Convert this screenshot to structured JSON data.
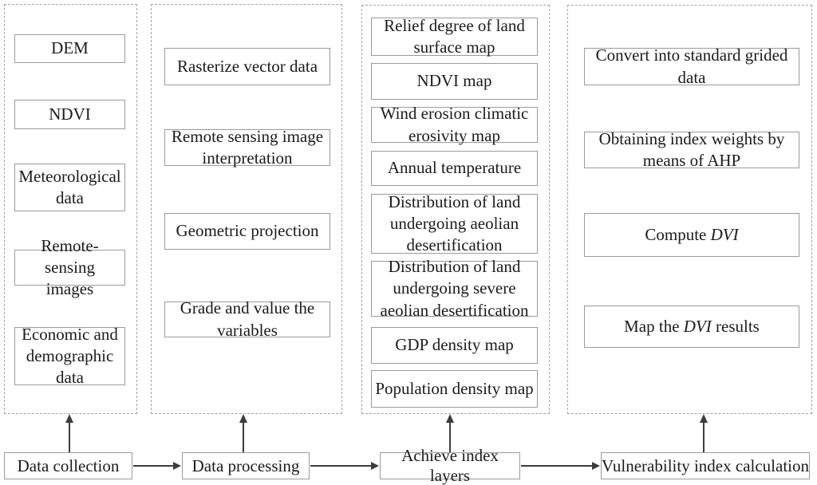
{
  "diagram_type": "flowchart",
  "groups": [
    {
      "id": "data-collection",
      "boxes": [
        "DEM",
        "NDVI",
        "Meteorological\ndata",
        "Remote-sensing\nimages",
        "Economic and\ndemographic\ndata"
      ]
    },
    {
      "id": "data-processing",
      "boxes": [
        "Rasterize vector data",
        "Remote sensing image\ninterpretation",
        "Geometric projection",
        "Grade and value the\nvariables"
      ]
    },
    {
      "id": "index-layers",
      "boxes": [
        "Relief degree of land\nsurface map",
        "NDVI map",
        "Wind erosion climatic\nerosivity map",
        "Annual temperature",
        "Distribution of land\nundergoing aeolian\ndesertification",
        "Distribution of land\nundergoing severe\naeolian desertification",
        "GDP density map",
        "Population density map"
      ]
    },
    {
      "id": "index-calculation",
      "boxes": [
        "Convert into standard grided\ndata",
        "Obtaining index weights by\nmeans of AHP",
        {
          "prefix": "Compute ",
          "italic": "DVI",
          "suffix": ""
        },
        {
          "prefix": "Map the ",
          "italic": "DVI",
          "suffix": " results"
        }
      ]
    }
  ],
  "stages": [
    "Data collection",
    "Data processing",
    "Achieve index layers",
    "Vulnerability index calculation"
  ],
  "colors": {
    "background": "#ffffff",
    "node_border": "#9b9b9b",
    "group_dashed_border": "#a3a3a3",
    "text": "#1b1b1b",
    "arrow": "#3d3d3d"
  }
}
